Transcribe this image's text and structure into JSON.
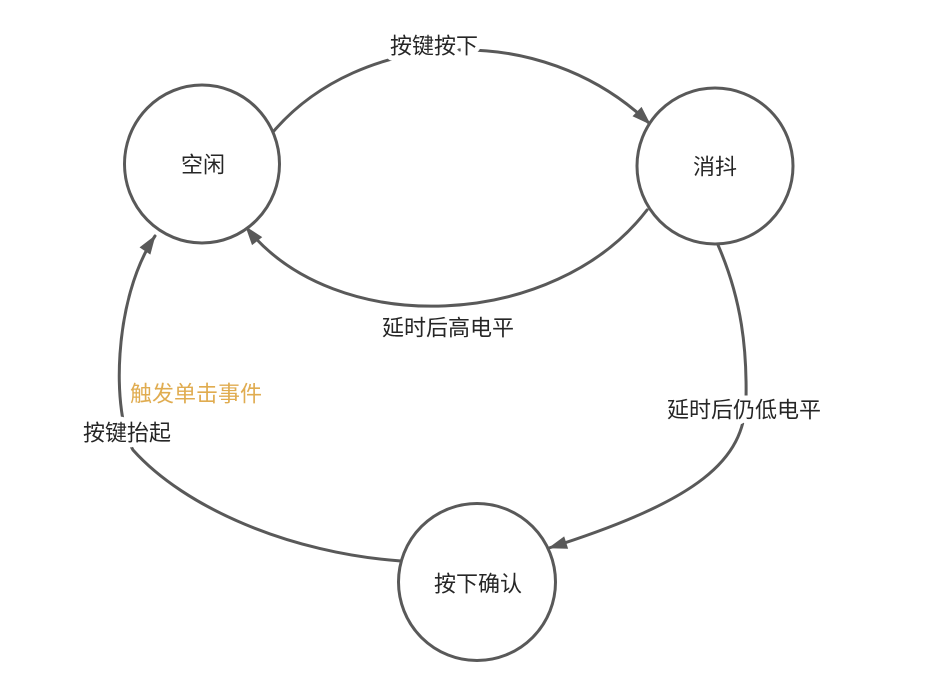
{
  "colors": {
    "stroke": "#595959",
    "text": "#262626",
    "event_text": "#E0AC50",
    "background": "#FFFFFF"
  },
  "states": [
    {
      "id": "idle",
      "label": "空闲"
    },
    {
      "id": "debounce",
      "label": "消抖"
    },
    {
      "id": "press-confirmed",
      "label": "按下确认"
    }
  ],
  "transitions": [
    {
      "from": "空闲",
      "to": "消抖",
      "label": "按键按下"
    },
    {
      "from": "消抖",
      "to": "空闲",
      "label": "延时后高电平"
    },
    {
      "from": "消抖",
      "to": "按下确认",
      "label": "延时后仍低电平"
    },
    {
      "from": "按下确认",
      "to": "空闲",
      "label": "按键抬起",
      "event_label": "触发单击事件"
    }
  ]
}
